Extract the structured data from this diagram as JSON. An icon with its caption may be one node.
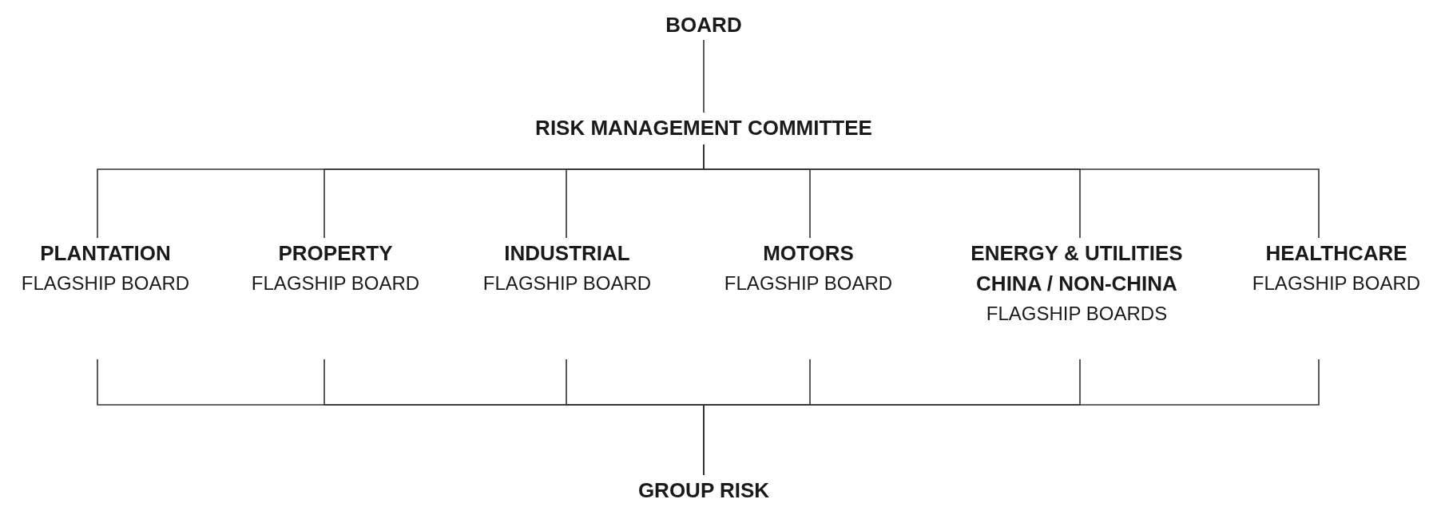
{
  "diagram": {
    "nodes": [
      {
        "text": [
          "BOARD"
        ]
      },
      {
        "text": [
          "RISK MANAGEMENT COMMITTEE"
        ]
      },
      {
        "text": [
          "PLANTATION",
          "FLAGSHIP BOARD"
        ]
      },
      {
        "text": [
          "PROPERTY",
          "FLAGSHIP BOARD"
        ]
      },
      {
        "text": [
          "INDUSTRIAL",
          "FLAGSHIP BOARD"
        ]
      },
      {
        "text": [
          "MOTORS",
          "FLAGSHIP BOARD"
        ]
      },
      {
        "text": [
          "ENERGY & UTILITIES CHINA / NON-CHINA",
          "FLAGSHIP BOARDS"
        ]
      },
      {
        "text": [
          "HEALTHCARE",
          "FLAGSHIP BOARD"
        ]
      },
      {
        "text": [
          "GROUP RISK"
        ]
      }
    ],
    "edges": [
      {
        "from": 0,
        "to": 1,
        "arrow": "none"
      },
      {
        "from": 1,
        "to": 2,
        "arrow": "none"
      },
      {
        "from": 1,
        "to": 3,
        "arrow": "none"
      },
      {
        "from": 1,
        "to": 4,
        "arrow": "none"
      },
      {
        "from": 1,
        "to": 5,
        "arrow": "none"
      },
      {
        "from": 1,
        "to": 6,
        "arrow": "none"
      },
      {
        "from": 1,
        "to": 7,
        "arrow": "none"
      },
      {
        "from": 2,
        "to": 8,
        "arrow": "none"
      },
      {
        "from": 3,
        "to": 8,
        "arrow": "none"
      },
      {
        "from": 4,
        "to": 8,
        "arrow": "none"
      },
      {
        "from": 5,
        "to": 8,
        "arrow": "none"
      },
      {
        "from": 6,
        "to": 8,
        "arrow": "none"
      },
      {
        "from": 7,
        "to": 8,
        "arrow": "none"
      }
    ]
  }
}
